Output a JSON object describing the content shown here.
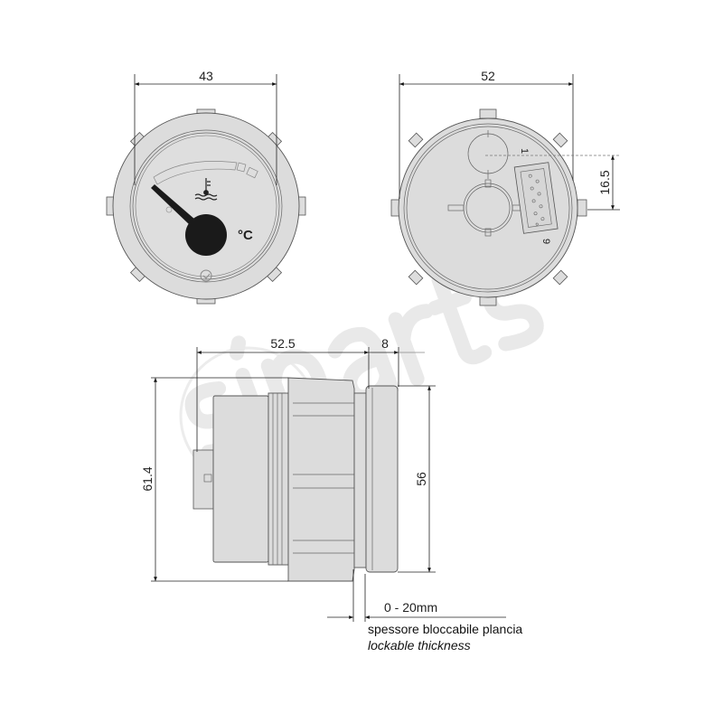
{
  "dimensions": {
    "front_width": "43",
    "back_width": "52",
    "connector_offset": "16.5",
    "depth": "52.5",
    "bezel_depth": "8",
    "flange_height": "61.4",
    "bezel_height": "56",
    "panel_range": "0 - 20mm"
  },
  "dial": {
    "unit": "°C",
    "icon": "coolant-temperature-icon"
  },
  "connector": {
    "pin_first": "1",
    "pin_last": "9"
  },
  "notes": {
    "italian": "spessore bloccabile plancia",
    "english": "lockable thickness"
  },
  "watermark": "siparts",
  "colors": {
    "body": "#dcdcdc",
    "needle": "#1a1a1a",
    "outline": "#555555"
  }
}
